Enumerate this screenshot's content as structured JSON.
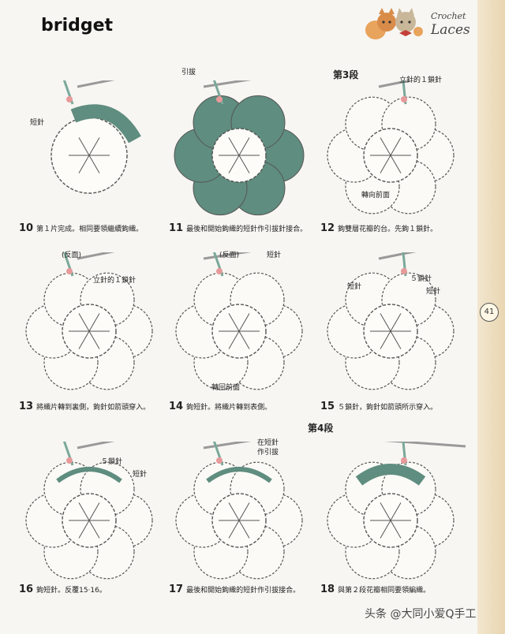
{
  "header": {
    "brand": "bridget",
    "series_top": "Crochet",
    "series_main": "Laces",
    "logo_icon": "cats-logo"
  },
  "page_number": "41",
  "rows": [
    {
      "label": "第3段"
    },
    {
      "label": "第4段"
    }
  ],
  "steps": [
    {
      "num": "10",
      "caption": "第１片完成。相同要領繼續鉤織。",
      "labels": [
        "短針"
      ]
    },
    {
      "num": "11",
      "caption": "最後和開始鉤織的短針作引拔針接合。",
      "labels": [
        "引拔"
      ]
    },
    {
      "num": "12",
      "caption": "鉤雙層花瓣的台。先鉤１鎖針。",
      "labels": [
        "立針的１鎖針",
        "轉向前面"
      ]
    },
    {
      "num": "13",
      "caption": "將織片轉到裏側，鉤針如箭頭穿入。",
      "labels": [
        "(反面)",
        "立針的１鎖針"
      ]
    },
    {
      "num": "14",
      "caption": "鉤短針。將織片轉到表側。",
      "labels": [
        "(反面)",
        "短針",
        "轉回前面"
      ]
    },
    {
      "num": "15",
      "caption": "５鎖針，鉤針如箭頭所示穿入。",
      "labels": [
        "短針",
        "５鎖針",
        "短針"
      ]
    },
    {
      "num": "16",
      "caption": "鉤短針。反覆15·16。",
      "labels": [
        "５鎖針",
        "短針"
      ]
    },
    {
      "num": "17",
      "caption": "最後和開始鉤織的短針作引拔接合。",
      "labels": [
        "在短針",
        "作引拔"
      ]
    },
    {
      "num": "18",
      "caption": "與第２段花瓣相同要領編織。",
      "labels": []
    }
  ],
  "footer": {
    "watermark": "头条 @大同小爱Q手工"
  },
  "colors": {
    "yarn": "#5f8d7f",
    "outline": "#555555",
    "thread": "#7aa89a",
    "marker": "#e79a9a"
  }
}
